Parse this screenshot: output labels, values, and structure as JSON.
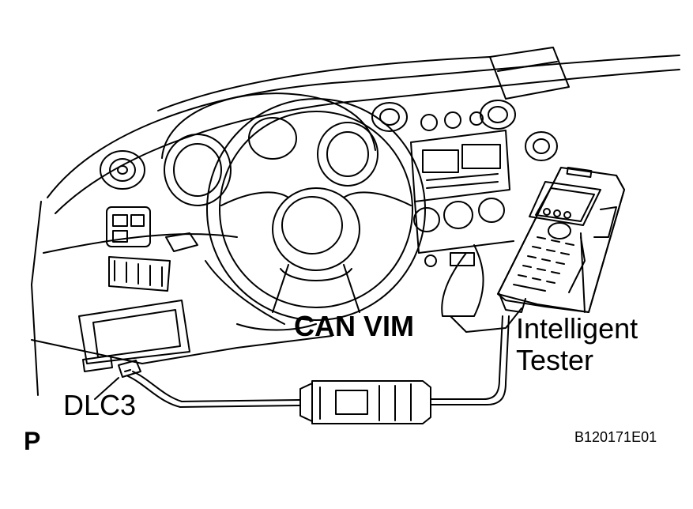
{
  "labels": {
    "can_vim": "CAN VIM",
    "intelligent_tester_line1": "Intelligent",
    "intelligent_tester_line2": "Tester",
    "dlc3": "DLC3",
    "page_mark": "P",
    "figure_id": "B120171E01"
  },
  "colors": {
    "line": "#000000",
    "background": "#ffffff"
  }
}
